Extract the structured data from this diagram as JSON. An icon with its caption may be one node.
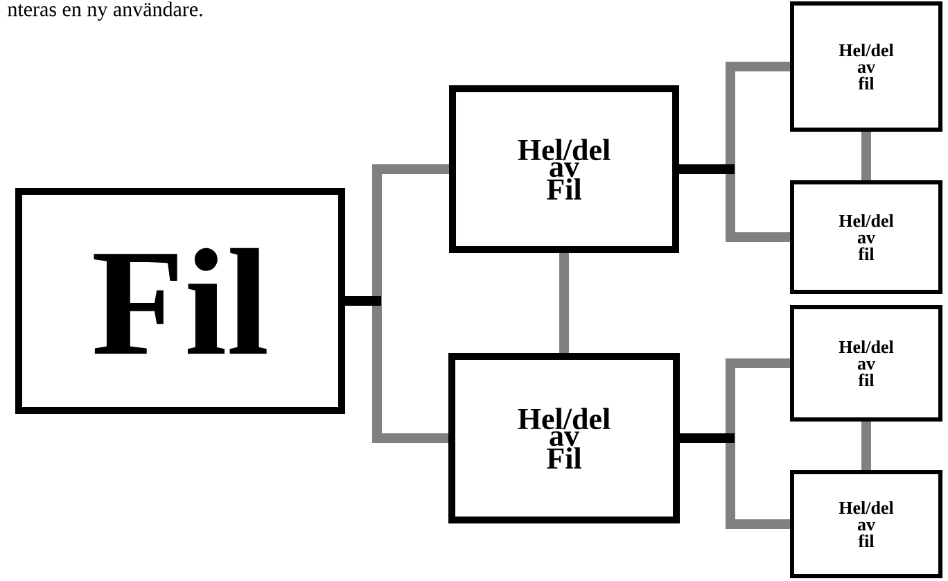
{
  "diagram": {
    "nodes": [
      {
        "text": [
          "Fil"
        ]
      },
      {
        "text": [
          "Hel/del av Fil"
        ]
      },
      {
        "text": [
          "Hel/del av Fil"
        ]
      },
      {
        "text": [
          "Hel/del av fil"
        ]
      },
      {
        "text": [
          "Hel/del av fil"
        ]
      },
      {
        "text": [
          "Hel/del av fil"
        ]
      },
      {
        "text": [
          "Hel/del av fil"
        ]
      }
    ],
    "edges": [
      {
        "from": 0,
        "to": 1,
        "arrow": "none"
      },
      {
        "from": 0,
        "to": 2,
        "arrow": "none"
      },
      {
        "from": 1,
        "to": 2,
        "arrow": "none"
      },
      {
        "from": 1,
        "to": 3,
        "arrow": "none"
      },
      {
        "from": 1,
        "to": 4,
        "arrow": "none"
      },
      {
        "from": 3,
        "to": 4,
        "arrow": "none"
      },
      {
        "from": 2,
        "to": 5,
        "arrow": "none"
      },
      {
        "from": 2,
        "to": 6,
        "arrow": "none"
      },
      {
        "from": 5,
        "to": 6,
        "arrow": "none"
      }
    ],
    "labels": [
      "nteras en ny användare."
    ]
  }
}
